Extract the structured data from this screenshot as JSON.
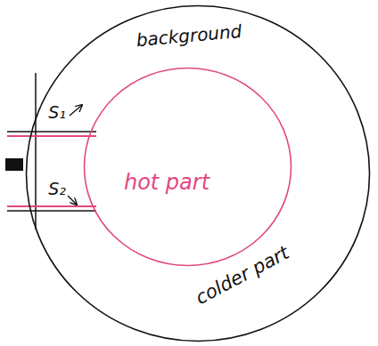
{
  "diagram": {
    "nodes": [
      {
        "text": [
          "colder part"
        ]
      },
      {
        "text": [
          "hot part"
        ],
        "in": 0
      }
    ],
    "labels": [
      "background",
      "S₁",
      "S₂"
    ]
  }
}
